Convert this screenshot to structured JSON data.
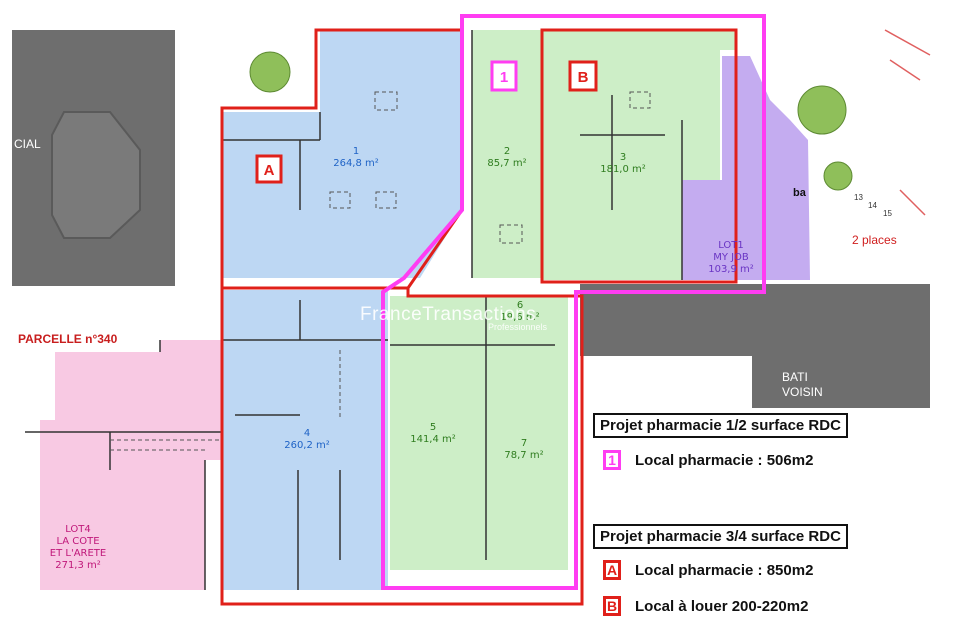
{
  "plan_labels": {
    "parcelle": "PARCELLE n°340",
    "cial": "CIAL",
    "bati_voisin_line1": "BATI",
    "bati_voisin_line2": "VOISIN",
    "places": "2 places",
    "ba": "ba",
    "parking_numbers": [
      "13",
      "14",
      "15"
    ]
  },
  "rooms": [
    {
      "number": "1",
      "area": "264,8 m²"
    },
    {
      "number": "2",
      "area": "85,7 m²"
    },
    {
      "number": "3",
      "area": "181,0 m²"
    },
    {
      "number": "4",
      "area": "260,2 m²"
    },
    {
      "number": "5",
      "area": "141,4 m²"
    },
    {
      "number": "6",
      "area": "19,6 m²"
    },
    {
      "number": "7",
      "area": "78,7 m²"
    }
  ],
  "lots": {
    "lot1": {
      "line1": "LOT1",
      "line2": "MY JOB",
      "area": "103,9 m²"
    },
    "lot4": {
      "line1": "LOT4",
      "line2": "LA COTE",
      "line3": "ET L'ARETE",
      "area": "271,3 m²"
    }
  },
  "zone_markers": {
    "one": "1",
    "a": "A",
    "b": "B"
  },
  "watermark": {
    "brand": "FranceTransactions",
    "sub": "Professionnels"
  },
  "legend": {
    "title_half": "Projet pharmacie 1/2 surface RDC",
    "item_1_marker": "1",
    "item_1_text": "Local pharmacie : 506m2",
    "title_three_quarter": "Projet pharmacie 3/4 surface RDC",
    "item_a_marker": "A",
    "item_a_text": "Local pharmacie : 850m2",
    "item_b_marker": "B",
    "item_b_text": "Local à louer 200-220m2"
  },
  "colors": {
    "blue_fill": "#bdd7f3",
    "green_fill": "#cdeec7",
    "purple_fill": "#c4acf0",
    "pink_fill": "#f8c9e3",
    "red_outline": "#e0201a",
    "magenta_outline": "#ff3df2",
    "grey_building": "#6e6e6e"
  }
}
